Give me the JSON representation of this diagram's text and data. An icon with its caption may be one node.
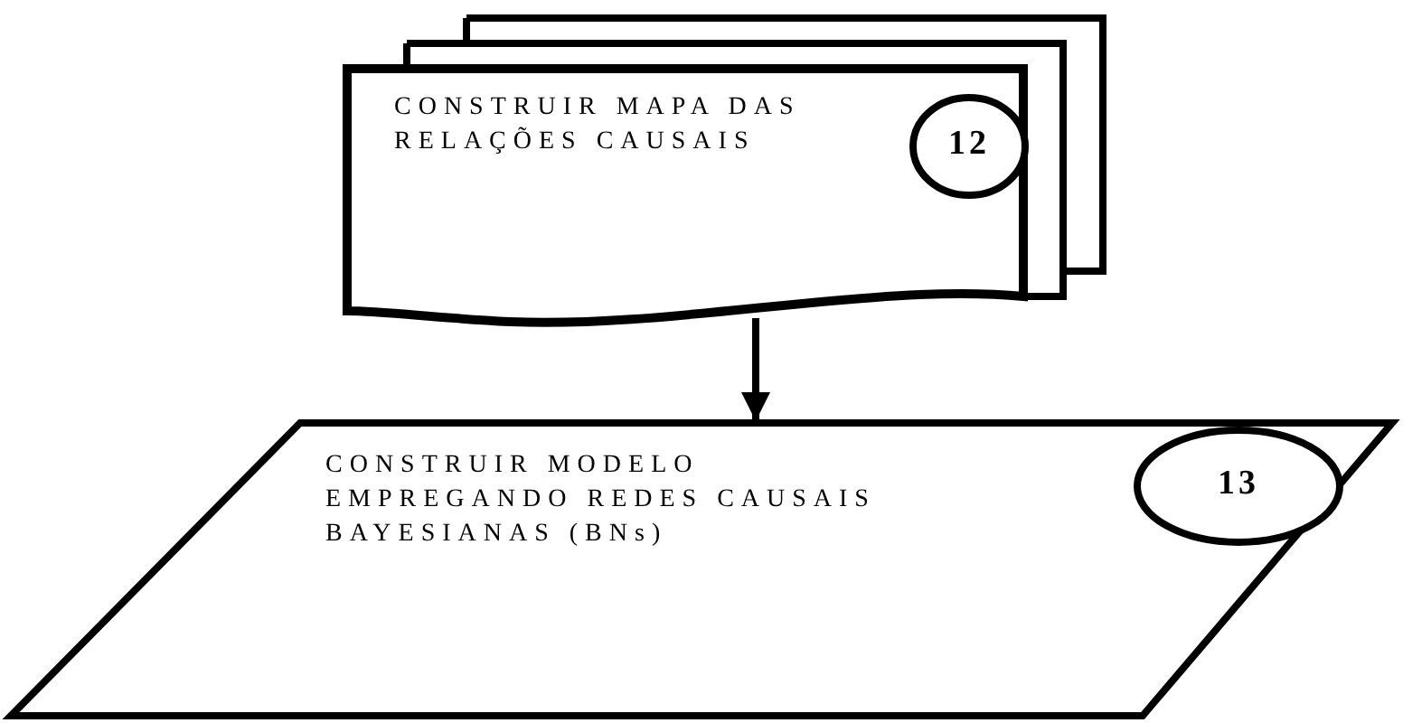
{
  "diagram": {
    "nodes": [
      {
        "text": [
          "CONSTRUIR MAPA DAS RELAÇÕES CAUSAIS"
        ]
      },
      {
        "text": [
          "12"
        ],
        "in": 0
      },
      {
        "text": [
          "CONSTRUIR MODELO EMPREGANDO REDES CAUSAIS BAYESIANAS (BNs)"
        ]
      },
      {
        "text": [
          "13"
        ],
        "in": 2
      }
    ],
    "edges": [
      {
        "from": 0,
        "to": 2,
        "arrow": "to"
      }
    ]
  }
}
